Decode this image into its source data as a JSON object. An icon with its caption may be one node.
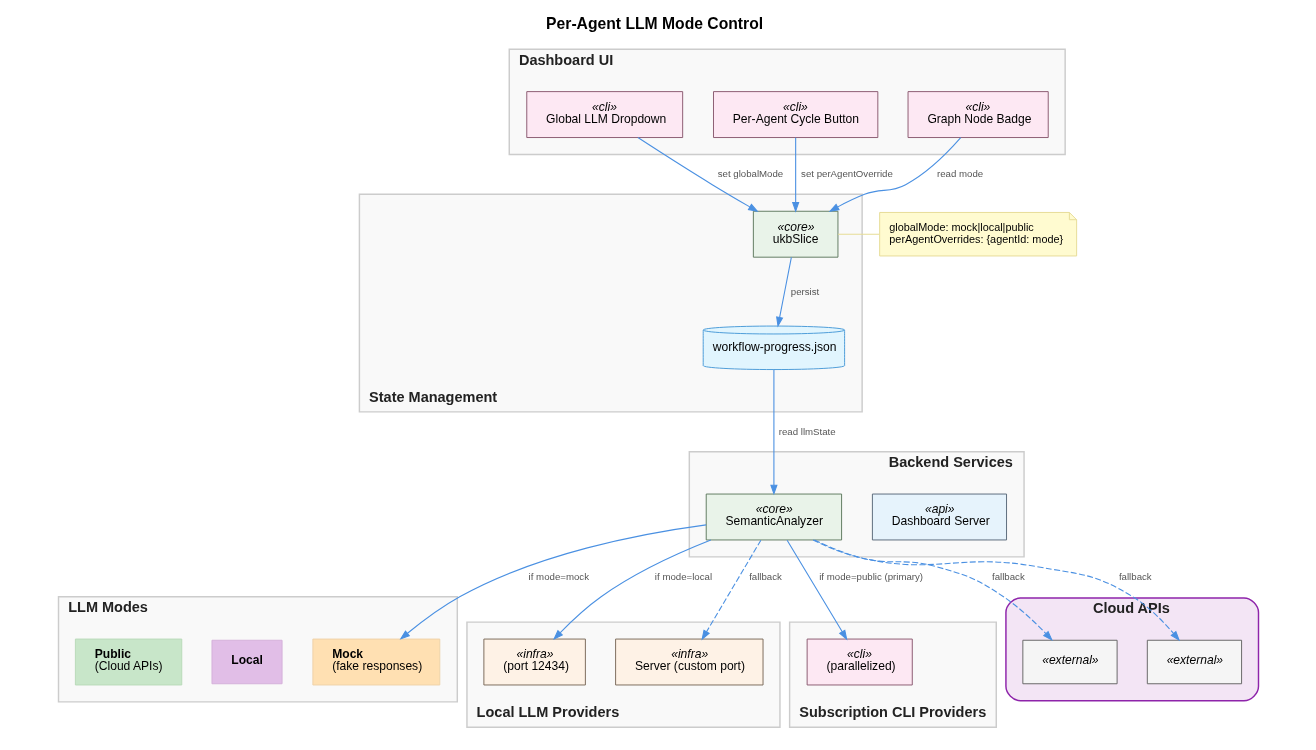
{
  "diagram": {
    "title": "Per-Agent LLM Mode Control",
    "nodes": [
      {
        "text": [
          "Dashboard UI"
        ]
      },
      {
        "text": [
          "«cli»",
          "Global LLM Dropdown"
        ],
        "in": 0
      },
      {
        "text": [
          "«cli»",
          "Per-Agent Cycle Button"
        ],
        "in": 0
      },
      {
        "text": [
          "«cli»",
          "Graph Node Badge"
        ],
        "in": 0
      },
      {
        "text": [
          "State Management"
        ]
      },
      {
        "text": [
          "«core»",
          "ukbSlice"
        ],
        "in": 4
      },
      {
        "text": [
          "workflow-progress.json"
        ],
        "in": 4
      },
      {
        "text": [
          "globalMode: mock|local|public",
          "perAgentOverrides: {agentId: mode}"
        ]
      },
      {
        "text": [
          "Backend Services"
        ]
      },
      {
        "text": [
          "«api»",
          "Dashboard Server"
        ],
        "in": 8
      },
      {
        "text": [
          "«core»",
          "SemanticAnalyzer"
        ],
        "in": 8
      },
      {
        "text": [
          "LLM Modes"
        ]
      },
      {
        "text": [
          "Mock",
          "(fake responses)"
        ],
        "in": 11
      },
      {
        "text": [
          "Local"
        ],
        "in": 11
      },
      {
        "text": [
          "Public",
          "(Cloud APIs)"
        ],
        "in": 11
      },
      {
        "text": [
          "Local LLM Providers"
        ]
      },
      {
        "text": [
          "«infra»",
          "(port 12434)"
        ],
        "in": 15
      },
      {
        "text": [
          "«infra»",
          "Server (custom port)"
        ],
        "in": 15
      },
      {
        "text": [
          "Subscription CLI Providers"
        ]
      },
      {
        "text": [
          "«cli»",
          "(parallelized)"
        ],
        "in": 18
      },
      {
        "text": [
          "Cloud APIs"
        ]
      },
      {
        "text": [
          "«external»"
        ],
        "in": 20
      },
      {
        "text": [
          "«external»"
        ],
        "in": 20
      }
    ],
    "edges": [
      {
        "from": 1,
        "to": 5,
        "arrow": "to",
        "label": "set globalMode"
      },
      {
        "from": 2,
        "to": 5,
        "arrow": "to",
        "label": "set perAgentOverride"
      },
      {
        "from": 3,
        "to": 5,
        "arrow": "to",
        "label": "read mode"
      },
      {
        "from": 7,
        "to": 5,
        "arrow": "none",
        "color": "#e6dc96"
      },
      {
        "from": 5,
        "to": 6,
        "arrow": "to",
        "label": "persist"
      },
      {
        "from": 6,
        "to": 10,
        "arrow": "to",
        "label": "read llmState"
      },
      {
        "from": 10,
        "to": 12,
        "arrow": "to",
        "label": "if mode=mock"
      },
      {
        "from": 10,
        "to": 16,
        "arrow": "to",
        "label": "if mode=local"
      },
      {
        "from": 10,
        "to": 17,
        "arrow": "to",
        "label": "fallback",
        "style": "dashed"
      },
      {
        "from": 10,
        "to": 19,
        "arrow": "to",
        "label": "if mode=public (primary)"
      },
      {
        "from": 10,
        "to": 21,
        "arrow": "to",
        "label": "fallback",
        "style": "dashed"
      },
      {
        "from": 10,
        "to": 22,
        "arrow": "to",
        "label": "fallback",
        "style": "dashed"
      }
    ]
  }
}
